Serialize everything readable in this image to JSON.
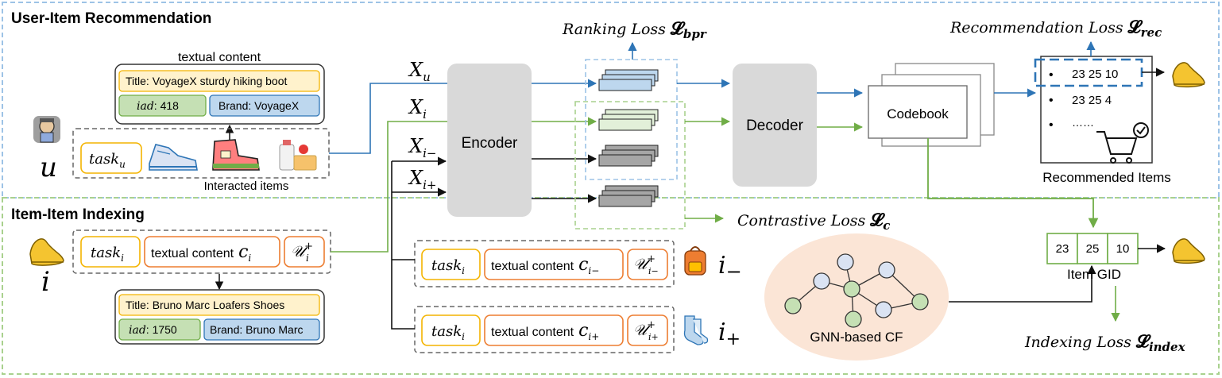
{
  "sections": {
    "rec_title": "User-Item Recommendation",
    "idx_title": "Item-Item Indexing"
  },
  "user": {
    "symbol": "u",
    "textual_title": "textual content",
    "title_tag": "Title: VoyageX sturdy hiking boot",
    "iad_label": "iad",
    "iad_value": ": 418",
    "brand_tag": "Brand: VoyageX",
    "task_base": "task",
    "task_sub": "u",
    "interacted_label": "Interacted items"
  },
  "item": {
    "symbol": "i",
    "task_base": "task",
    "task_sub": "i",
    "textual_label": "textual content",
    "c_base": "c",
    "c_sub": "i",
    "U_base": "𝒰",
    "U_sup": "+",
    "U_sub": "i",
    "title_tag": "Title: Bruno Marc Loafers Shoes",
    "iad_label": "iad",
    "iad_value": ": 1750",
    "brand_tag": "Brand: Bruno Marc"
  },
  "neg": {
    "task_base": "task",
    "task_sub": "i",
    "textual_label": "textual content",
    "c_base": "c",
    "c_sub": "i−",
    "U_base": "𝒰",
    "U_sup": "+",
    "U_sub": "i−",
    "symbol_base": "i",
    "symbol_sub": "−"
  },
  "pos": {
    "task_base": "task",
    "task_sub": "i",
    "textual_label": "textual content",
    "c_base": "c",
    "c_sub": "i+",
    "U_base": "𝒰",
    "U_sup": "+",
    "U_sub": "i+",
    "symbol_base": "i",
    "symbol_sub": "+"
  },
  "inputs": {
    "xu_base": "X",
    "xu_sub": "u",
    "xi_base": "X",
    "xi_sub": "i",
    "xineg_base": "X",
    "xineg_sub": "i−",
    "xipos_base": "X",
    "xipos_sub": "i+"
  },
  "model": {
    "encoder": "Encoder",
    "decoder": "Decoder",
    "codebook": "Codebook"
  },
  "losses": {
    "ranking_text": "Ranking Loss",
    "ranking_sym": "𝓛",
    "ranking_sub": "bpr",
    "rec_text": "Recommendation Loss",
    "rec_sym": "𝓛",
    "rec_sub": "rec",
    "contrastive_text": "Contrastive Loss",
    "contrastive_sym": "𝓛",
    "contrastive_sub": "c",
    "index_text": "Indexing Loss",
    "index_sym": "𝓛",
    "index_sub": "index"
  },
  "recommended": {
    "rows": [
      "23 25 10",
      "23 25 4",
      "……"
    ],
    "caption": "Recommended Items"
  },
  "gid": {
    "cells": [
      "23",
      "25",
      "10"
    ],
    "caption": "Item GID"
  },
  "gnn": {
    "label": "GNN-based CF"
  },
  "colors": {
    "blue": "#2e75b6",
    "green": "#70ad47",
    "dash_blue": "#9dc3e6",
    "dash_green": "#a9d18e",
    "orange": "#ed7d31",
    "yellow": "#f4b400",
    "light_yellow": "#fff2cc",
    "light_green": "#c5e0b4",
    "light_blue": "#bdd7ee",
    "grey_box": "#d9d9d9",
    "peach": "#fbe5d6"
  }
}
